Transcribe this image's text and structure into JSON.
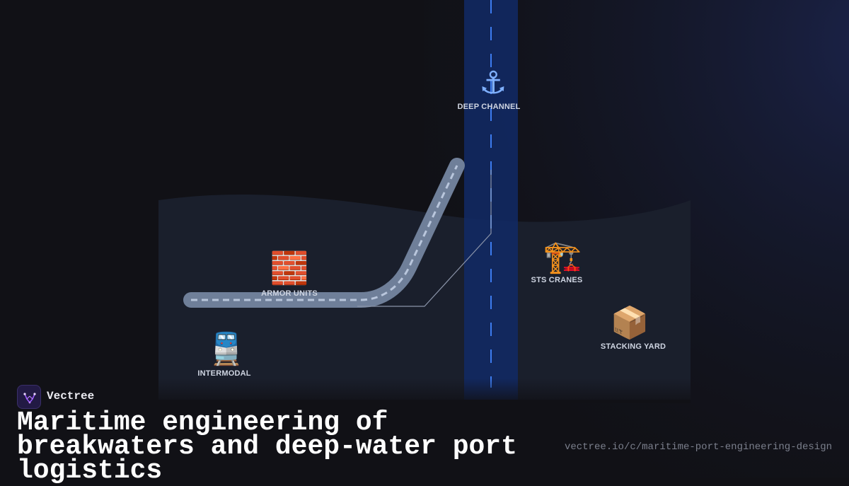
{
  "brand": {
    "name": "Vectree"
  },
  "headline": "Maritime engineering of breakwaters and deep-water port logistics",
  "url": "vectree.io/c/maritime-port-engineering-design",
  "diagram": {
    "channel": {
      "icon": "anchor-icon",
      "glyph": "⚓",
      "label": "DEEP CHANNEL"
    },
    "armor": {
      "icon": "brick-icon",
      "glyph": "🧱",
      "label": "ARMOR UNITS"
    },
    "cranes": {
      "icon": "crane-icon",
      "glyph": "🏗️",
      "label": "STS CRANES"
    },
    "yard": {
      "icon": "package-icon",
      "glyph": "📦",
      "label": "STACKING YARD"
    },
    "rail": {
      "icon": "train-icon",
      "glyph": "🚆",
      "label": "INTERMODAL"
    }
  },
  "colors": {
    "background": "#111116",
    "land": "#1a1f2c",
    "channel": "#122a66",
    "channel_dash": "#3d7cf0",
    "breakwater": "#6f7f99",
    "accent_logo": "#9b59ff"
  }
}
